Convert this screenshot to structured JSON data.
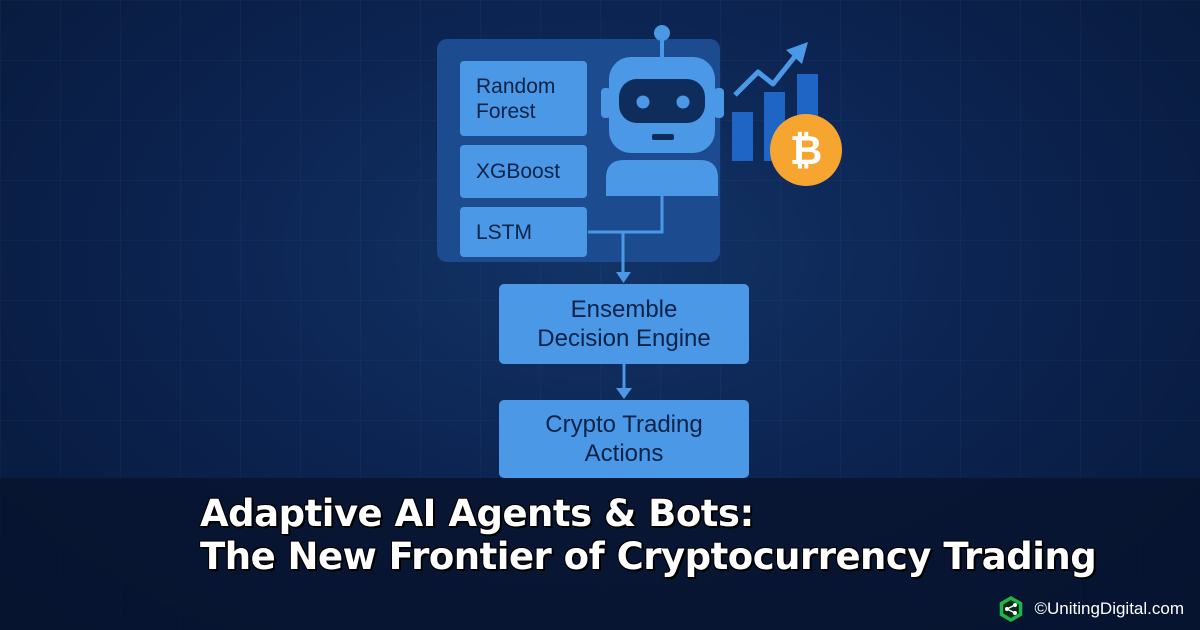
{
  "diagram": {
    "models": [
      {
        "label": "Random Forest"
      },
      {
        "label": "XGBoost"
      },
      {
        "label": "LSTM"
      }
    ],
    "ensemble_label": "Ensemble Decision Engine",
    "actions_label": "Crypto Trading Actions",
    "bitcoin_symbol": "₿"
  },
  "banner": {
    "title_line1": "Adaptive AI Agents & Bots:",
    "title_line2": "The New Frontier of Cryptocurrency Trading"
  },
  "credit": {
    "text": "©UnitingDigital.com",
    "logo_icon": "share-icon"
  },
  "colors": {
    "background": "#0c2452",
    "panel": "#1d4b8f",
    "box": "#4a98e6",
    "box_text": "#0d2348",
    "robot": "#4a98e6",
    "bitcoin": "#f7a531",
    "connector": "#4a98e6",
    "credit_logo": "#1fb54a"
  }
}
